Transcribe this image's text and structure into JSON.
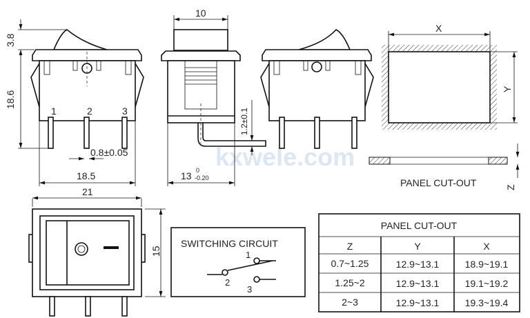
{
  "watermark": "kxwele.com",
  "front_view": {
    "dim_rocker_height": "3.8",
    "dim_body_height": "18.6",
    "pin_labels": [
      "1",
      "2",
      "3"
    ],
    "dim_pin_width": "0.8±0.05",
    "dim_body_width": "18.5",
    "dim_flange_width": "21"
  },
  "side_view": {
    "dim_button_width": "10",
    "dim_body_depth": "13",
    "dim_body_depth_tol_upper": "0",
    "dim_body_depth_tol_lower": "-0.20",
    "dim_pin_thickness": "1.2±0.1"
  },
  "bottom_view": {
    "dim_height": "15"
  },
  "panel": {
    "x_label": "X",
    "y_label": "Y",
    "z_label": "Z",
    "caption": "PANEL CUT-OUT"
  },
  "circuit": {
    "title": "SWITCHING CIRCUIT",
    "terminals": [
      "1",
      "2",
      "3"
    ]
  },
  "table": {
    "title": "PANEL CUT-OUT",
    "headers": [
      "Z",
      "Y",
      "X"
    ],
    "rows": [
      [
        "0.7~1.25",
        "12.9~13.1",
        "18.9~19.1"
      ],
      [
        "1.25~2",
        "12.9~13.1",
        "19.1~19.2"
      ],
      [
        "2~3",
        "12.9~13.1",
        "19.3~19.4"
      ]
    ]
  }
}
